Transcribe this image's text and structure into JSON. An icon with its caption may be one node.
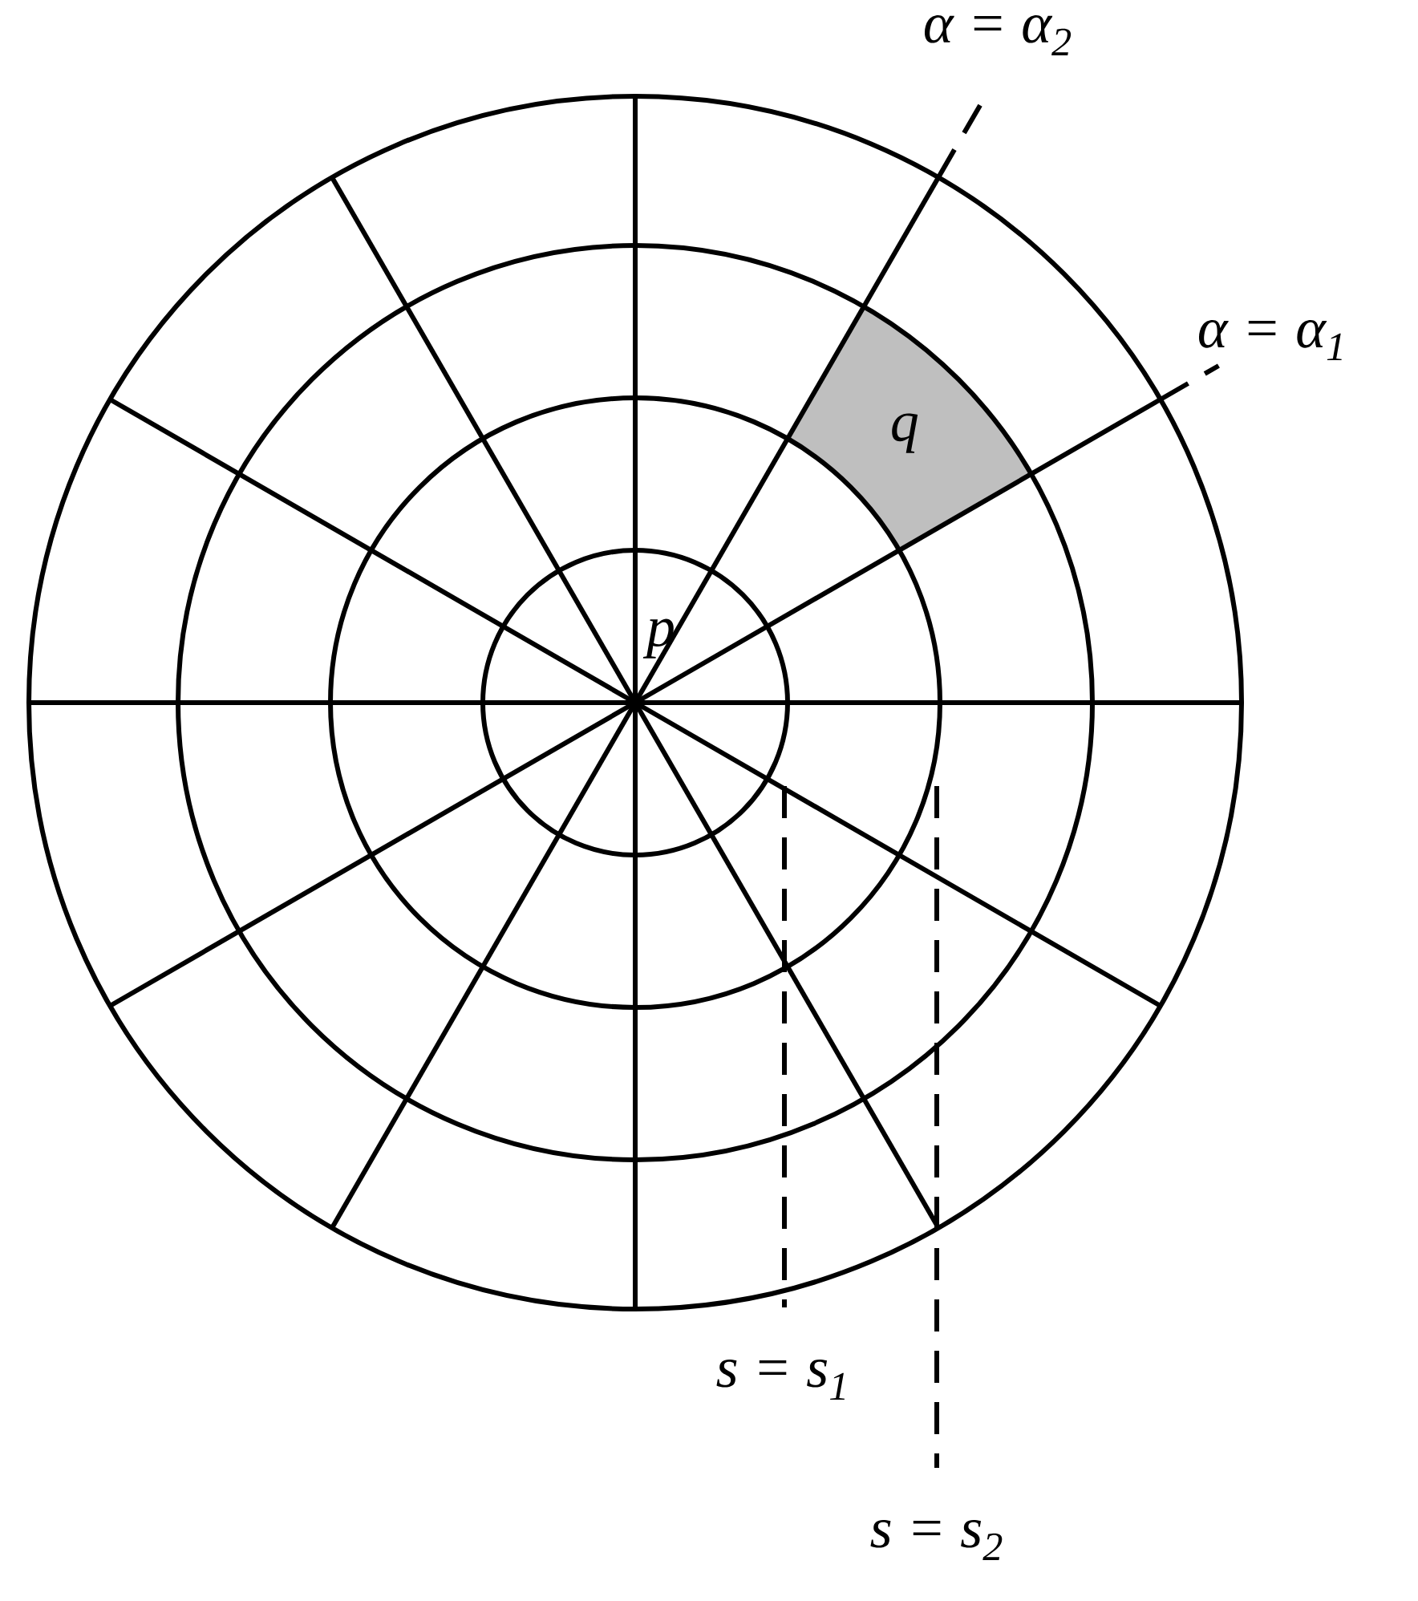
{
  "diagram": {
    "nodes": [
      {
        "text": [
          "q"
        ]
      }
    ],
    "edges": [],
    "labels": [
      "α = α$_{2}$",
      "α = α$_{1}$",
      "p",
      "s = s$_{1}$",
      "s = s$_{2}$"
    ]
  }
}
